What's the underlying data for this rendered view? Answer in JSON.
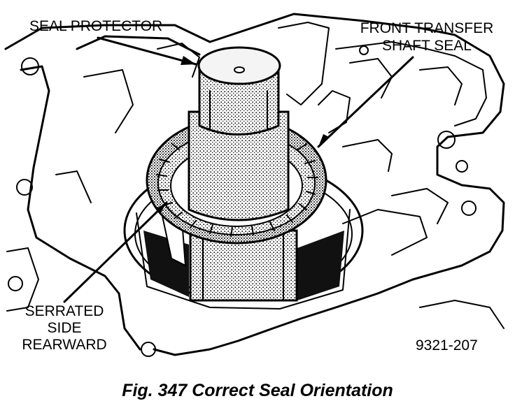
{
  "labels": {
    "seal_protector": "SEAL PROTECTOR",
    "front_transfer_line1": "FRONT TRANSFER",
    "front_transfer_line2": "SHAFT SEAL",
    "serrated_line1": "SERRATED",
    "serrated_line2": "SIDE",
    "serrated_line3": "REARWARD",
    "figure_number": "9321-207"
  },
  "caption": "Fig. 347 Correct Seal Orientation"
}
